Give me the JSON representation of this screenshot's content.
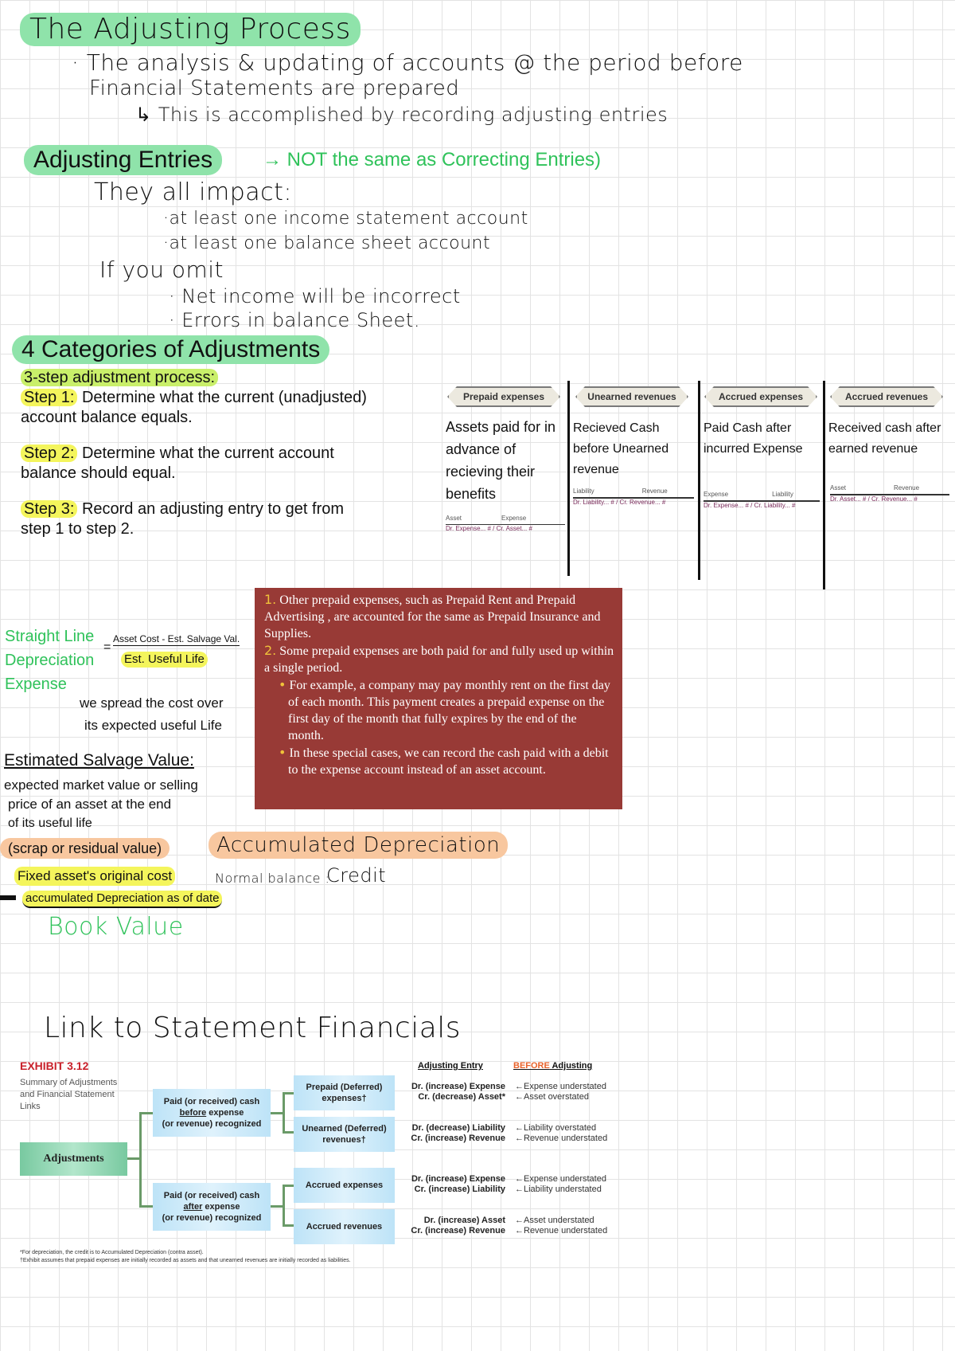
{
  "title": "The Adjusting Process",
  "intro": {
    "line1": "· The analysis & updating of accounts @ the period before",
    "line2": "Financial Statements are prepared",
    "line3": "↳ This is accomplished by recording adjusting entries"
  },
  "adjusting_entries": {
    "heading": "Adjusting Entries",
    "note": "→ NOT the same as Correcting Entries)",
    "impact": "They all impact:",
    "impact_items": [
      "·at least one income statement account",
      "·at least one balance sheet account"
    ],
    "omit": "If you omit",
    "omit_items": [
      "· Net income will be incorrect",
      "· Errors in balance Sheet."
    ]
  },
  "categories": {
    "heading": "4 Categories of Adjustments",
    "steps": {
      "intro": "3-step adjustment process:",
      "s1_label": "Step 1:",
      "s1": " Determine what the current (unadjusted) account balance equals.",
      "s2_label": "Step 2:",
      "s2": " Determine what the current account balance should equal.",
      "s3_label": "Step 3:",
      "s3": " Record an adjusting entry to get from step 1 to step 2."
    },
    "columns": [
      {
        "tag": "Prepaid expenses",
        "note": "Assets paid for in advance of recieving their benefits",
        "accounts": [
          "Asset",
          "Expense"
        ],
        "entry": "Dr. Expense... # / Cr. Asset... #"
      },
      {
        "tag": "Unearned revenues",
        "note": "Recieved Cash before Unearned revenue",
        "accounts": [
          "Liability",
          "Revenue"
        ],
        "entry": "Dr. Liability... # / Cr. Revenue... #"
      },
      {
        "tag": "Accrued expenses",
        "note": "Paid Cash after incurred Expense",
        "accounts": [
          "Expense",
          "Liability"
        ],
        "entry": "Dr. Expense... # / Cr. Liability... #"
      },
      {
        "tag": "Accrued revenues",
        "note": "Received cash after earned revenue",
        "accounts": [
          "Asset",
          "Revenue"
        ],
        "entry": "Dr. Asset... # / Cr. Revenue... #"
      }
    ]
  },
  "prepaid_box": {
    "n1": "1.",
    "p1": "Other prepaid expenses, such as Prepaid Rent and Prepaid Advertising , are accounted for the same as Prepaid Insurance and Supplies.",
    "n2": "2.",
    "p2": "Some prepaid expenses are both paid for and fully used up within a single period.",
    "b1": "For example, a company may pay monthly rent on the first day of each month. This payment creates a prepaid expense on the first day of the month that fully expires by the end of the month.",
    "b2": "In these special cases, we can record the cash paid with a debit to the expense account instead of an asset account."
  },
  "straight_line": {
    "l1": "Straight Line",
    "l2": "Depreciation",
    "l3": "Expense",
    "eq": "=",
    "numerator": "Asset Cost - Est. Salvage Val.",
    "denominator": "Est. Useful Life",
    "note1": "we spread the cost over",
    "note2": "its expected useful Life"
  },
  "salvage": {
    "heading": "Estimated Salvage Value:",
    "d1": "expected market value or selling",
    "d2": "price of an asset at the end",
    "d3": "of its useful life",
    "d4": "(scrap or residual value)",
    "c1": "Fixed asset's original cost",
    "c2": "accumulated Depreciation as of date",
    "c3": "Book Value"
  },
  "accum": {
    "heading": "Accumulated Depreciation",
    "normal": "Normal balance :",
    "credit": "Credit"
  },
  "link": {
    "heading": "Link to Statement Financials"
  },
  "exhibit": {
    "label": "EXHIBIT 3.12",
    "subtitle": "Summary of Adjustments and Financial Statement Links",
    "col_entry": "Adjusting Entry",
    "col_before_a": "BEFORE",
    "col_before_b": " Adjusting",
    "root": "Adjustments",
    "group1": {
      "a": "Paid (or received) cash",
      "b": "before",
      "c": " expense",
      "d": "(or revenue) recognized"
    },
    "group2": {
      "a": "Paid (or received) cash",
      "b": "after",
      "c": " expense",
      "d": "(or revenue) recognized"
    },
    "rows": [
      {
        "type": "Prepaid (Deferred) expenses†",
        "dr": "Dr. (increase) Expense",
        "cr": "Cr. (decrease) Asset*",
        "b1": "←Expense understated",
        "b2": "←Asset overstated"
      },
      {
        "type": "Unearned (Deferred) revenues†",
        "dr": "Dr. (decrease) Liability",
        "cr": "Cr. (increase) Revenue",
        "b1": "←Liability overstated",
        "b2": "←Revenue understated"
      },
      {
        "type": "Accrued expenses",
        "dr": "Dr. (increase) Expense",
        "cr": "Cr. (increase) Liability",
        "b1": "←Expense understated",
        "b2": "←Liability understated"
      },
      {
        "type": "Accrued revenues",
        "dr": "Dr. (increase) Asset",
        "cr": "Cr. (increase) Revenue",
        "b1": "←Asset understated",
        "b2": "←Revenue understated"
      }
    ],
    "foot1": "*For depreciation, the credit is to Accumulated Depreciation (contra asset).",
    "foot2": "†Exhibit assumes that prepaid expenses are initially recorded as assets and that unearned revenues are initially recorded as liabilities."
  }
}
